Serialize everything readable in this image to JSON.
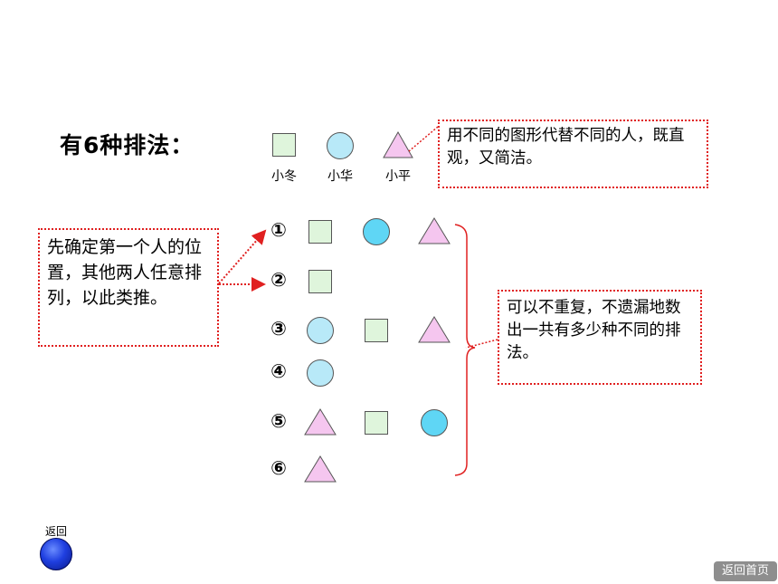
{
  "heading": "有6种排法：",
  "legend": [
    {
      "shape": "square",
      "name": "小冬"
    },
    {
      "shape": "circle",
      "name": "小华"
    },
    {
      "shape": "triangle",
      "name": "小平"
    }
  ],
  "callouts": {
    "top": "用不同的图形代替不同的人，既直观，又简洁。",
    "left": "先确定第一个人的位置，其他两人任意排列，以此类推。",
    "right": "可以不重复，不遗漏地数出一共有多少种不同的排法。"
  },
  "rows": [
    {
      "label": "①",
      "shapes": [
        "square",
        "circle",
        "triangle"
      ]
    },
    {
      "label": "②",
      "shapes": [
        "square"
      ]
    },
    {
      "label": "③",
      "shapes": [
        "circle",
        "square",
        "triangle"
      ]
    },
    {
      "label": "④",
      "shapes": [
        "circle"
      ]
    },
    {
      "label": "⑤",
      "shapes": [
        "triangle",
        "square",
        "circle"
      ]
    },
    {
      "label": "⑥",
      "shapes": [
        "triangle"
      ]
    }
  ],
  "nav": {
    "back": "返回",
    "home": "返回首页"
  },
  "colors": {
    "square": "#dff5dc",
    "circle": "#5fd6f5",
    "circle_light": "#b8e9f8",
    "triangle": "#f5c6ef",
    "callout_border": "#e02020",
    "brace": "#e02020"
  }
}
